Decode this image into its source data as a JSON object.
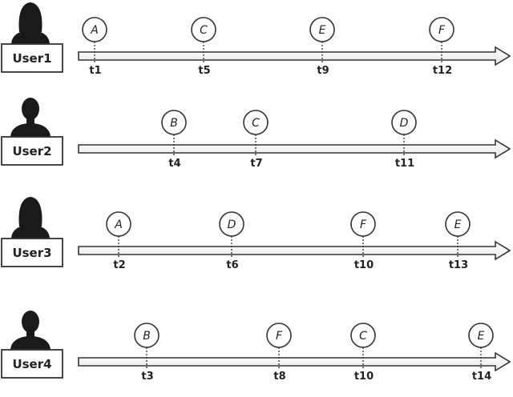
{
  "users": [
    {
      "label": "User1",
      "avatar": "female",
      "events": [
        {
          "letter": "A",
          "time": "t1"
        },
        {
          "letter": "C",
          "time": "t5"
        },
        {
          "letter": "E",
          "time": "t9"
        },
        {
          "letter": "F",
          "time": "t12"
        }
      ]
    },
    {
      "label": "User2",
      "avatar": "male",
      "events": [
        {
          "letter": "B",
          "time": "t4"
        },
        {
          "letter": "C",
          "time": "t7"
        },
        {
          "letter": "D",
          "time": "t11"
        }
      ]
    },
    {
      "label": "User3",
      "avatar": "female",
      "events": [
        {
          "letter": "A",
          "time": "t2"
        },
        {
          "letter": "D",
          "time": "t6"
        },
        {
          "letter": "F",
          "time": "t10"
        },
        {
          "letter": "E",
          "time": "t13"
        }
      ]
    },
    {
      "label": "User4",
      "avatar": "male",
      "events": [
        {
          "letter": "B",
          "time": "t3"
        },
        {
          "letter": "F",
          "time": "t8"
        },
        {
          "letter": "C",
          "time": "t10"
        },
        {
          "letter": "E",
          "time": "t14"
        }
      ]
    }
  ]
}
